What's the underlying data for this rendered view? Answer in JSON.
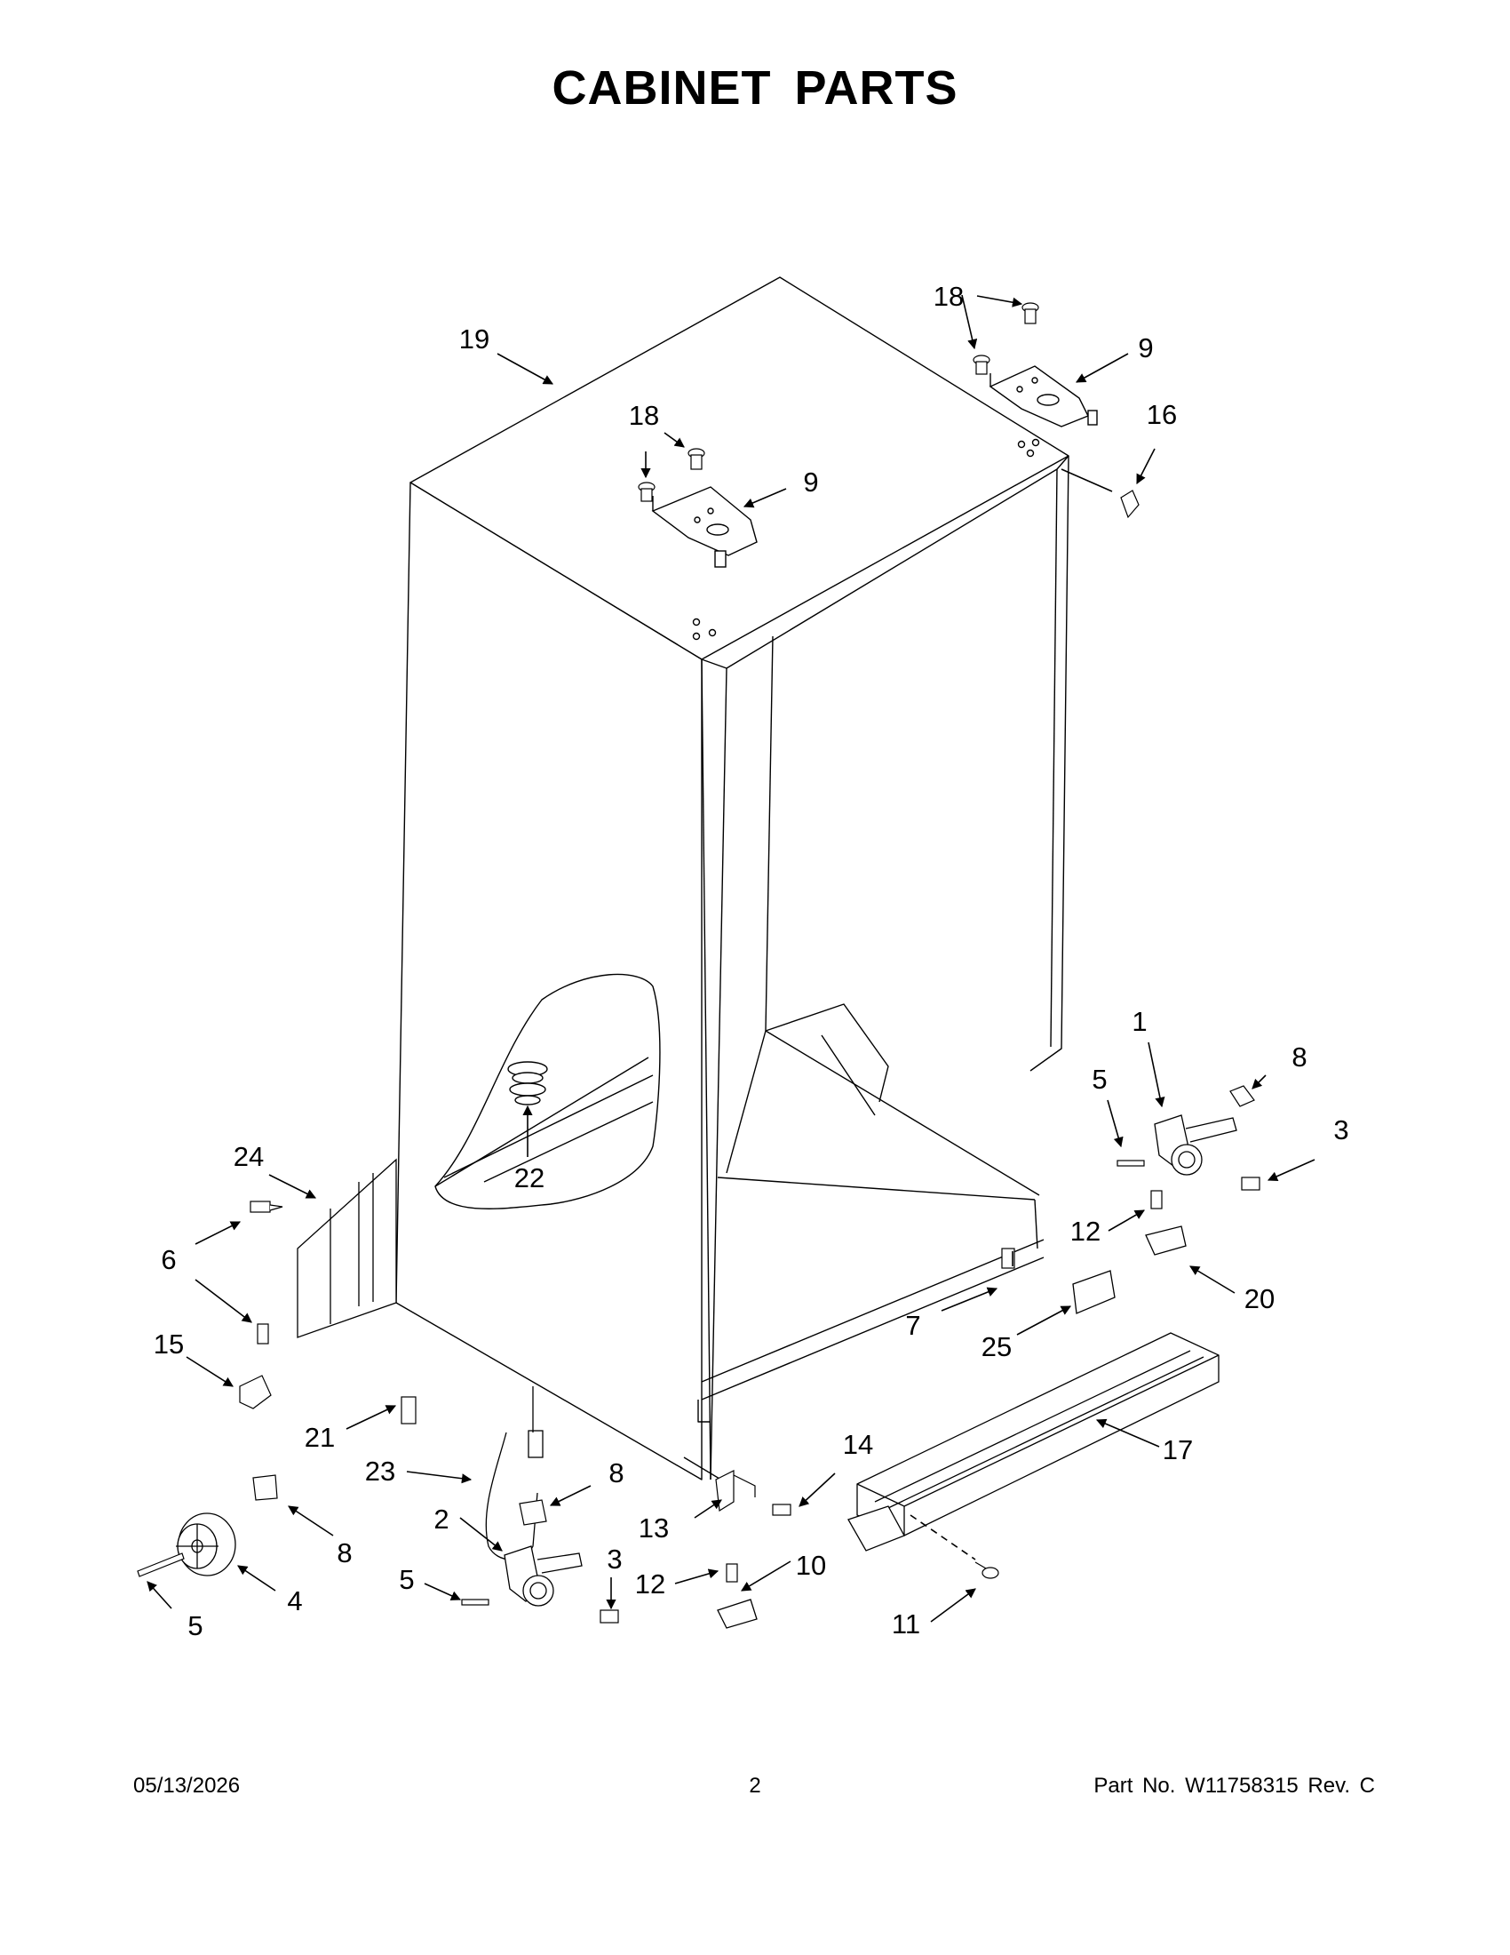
{
  "title": "CABINET PARTS",
  "footer": {
    "date": "05/13/2026",
    "page": "2",
    "part": "Part No.  W11758315  Rev.  C"
  },
  "callouts": [
    {
      "label": "19"
    },
    {
      "label": "18"
    },
    {
      "label": "9"
    },
    {
      "label": "18"
    },
    {
      "label": "9"
    },
    {
      "label": "16"
    },
    {
      "label": "22"
    },
    {
      "label": "24"
    },
    {
      "label": "6"
    },
    {
      "label": "15"
    },
    {
      "label": "1"
    },
    {
      "label": "8"
    },
    {
      "label": "5"
    },
    {
      "label": "3"
    },
    {
      "label": "12"
    },
    {
      "label": "20"
    },
    {
      "label": "7"
    },
    {
      "label": "25"
    },
    {
      "label": "17"
    },
    {
      "label": "21"
    },
    {
      "label": "23"
    },
    {
      "label": "8"
    },
    {
      "label": "14"
    },
    {
      "label": "13"
    },
    {
      "label": "2"
    },
    {
      "label": "3"
    },
    {
      "label": "8"
    },
    {
      "label": "5"
    },
    {
      "label": "4"
    },
    {
      "label": "5"
    },
    {
      "label": "12"
    },
    {
      "label": "10"
    },
    {
      "label": "11"
    }
  ]
}
